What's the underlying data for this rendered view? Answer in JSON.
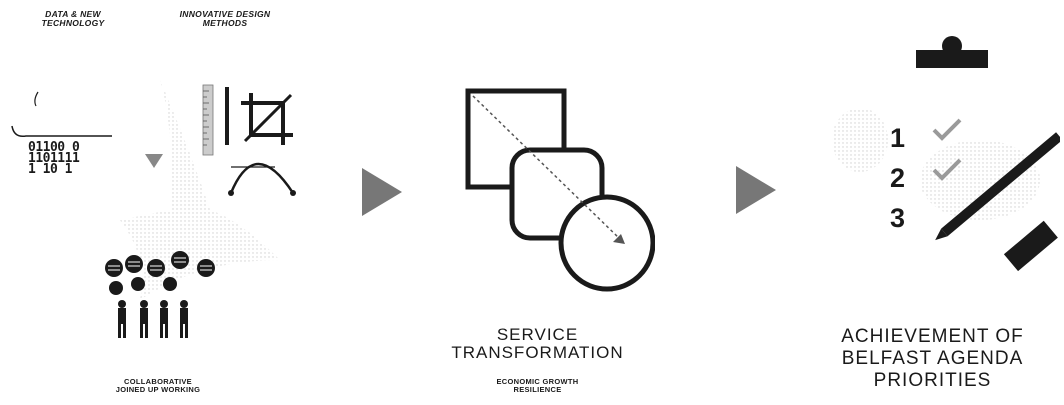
{
  "inputs": {
    "data_tech_label": "DATA & NEW\nTECHNOLOGY",
    "design_label": "INNOVATIVE DESIGN\nMETHODS",
    "collab_label": "COLLABORATIVE\nJOINED UP WORKING",
    "binary_lines": [
      "01100 0",
      "1101111",
      "1   10 1"
    ]
  },
  "middle": {
    "title": "SERVICE\nTRANSFORMATION",
    "subtitle": "ECONOMIC GROWTH\nRESILIENCE"
  },
  "outcome": {
    "title": "ACHIEVEMENT OF\nBELFAST AGENDA\nPRIORITIES",
    "list_numbers": [
      "1",
      "2",
      "3"
    ]
  },
  "colors": {
    "ink": "#1a1a1a",
    "arrow_grey": "#777777",
    "check_grey": "#9a9a9a",
    "dot_grey": "#cfcfcf"
  },
  "icons": {
    "data": "binary-data-icon",
    "design": "design-tools-icon",
    "collab": "people-chat-icon",
    "transform": "shapes-transform-icon",
    "checklist": "clipboard-checklist-icon",
    "arrows": "play-arrow-icon"
  }
}
